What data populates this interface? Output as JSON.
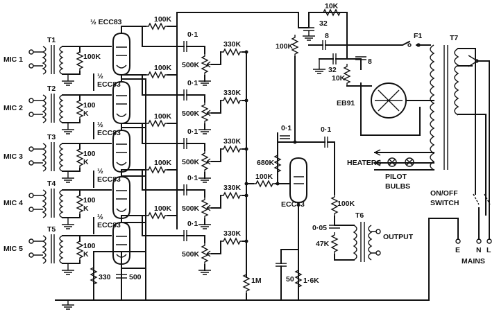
{
  "mic_labels": [
    "MIC 1",
    "MIC 2",
    "MIC 3",
    "MIC 4",
    "MIC 5"
  ],
  "input_transformers": [
    "T1",
    "T2",
    "T3",
    "T4",
    "T5"
  ],
  "grid_resistors": [
    "100K",
    "100\nK",
    "100\nK",
    "100\nK",
    "100\nK"
  ],
  "stage_tube_labels": [
    "½ ECC83",
    "½\nECC83",
    "½\nECC83",
    "½\nECC83",
    "½\nECC83"
  ],
  "plate_resistors": [
    "100K",
    "100K",
    "100K",
    "100K",
    "100K"
  ],
  "coupling_caps": [
    "0·1",
    "0·1",
    "0·1",
    "0·1",
    "0·1"
  ],
  "volume_pots": [
    "500K",
    "500K",
    "500K",
    "500K",
    "500K"
  ],
  "mixing_resistors": [
    "330K",
    "330K",
    "330K",
    "330K",
    "330K"
  ],
  "cathode_resistor": "330",
  "cathode_cap": "500",
  "grid_leak": "1M",
  "mixer_plate_resistor": "100K",
  "output_stage": {
    "tube": "ECC83",
    "grid_resistor": "100K",
    "feedback_resistor": "680K",
    "feedback_cap": "0·1",
    "coupling_cap": "0·1",
    "cathode_cap": "50",
    "cathode_resistor": "1·6K",
    "load_resistor": "100K",
    "shunt_cap": "0·05",
    "shunt_resistor": "47K",
    "transformer": "T6",
    "output_label": "OUTPUT"
  },
  "power_supply": {
    "dropper": "10K",
    "filter_cap_1": "32",
    "filter_cap_2": "8",
    "filter_cap_3": "32",
    "filter_cap_4": "8",
    "bleeder": "10K",
    "rectifier": "EB91",
    "fuse": "F1",
    "mains_transformer": "T7",
    "heaters": "HEATERS",
    "pilot": "PILOT\nBULBS",
    "switch": "ON/OFF\nSWITCH",
    "mains_terminals": [
      "E",
      "N",
      "L"
    ],
    "mains_label": "MAINS"
  }
}
